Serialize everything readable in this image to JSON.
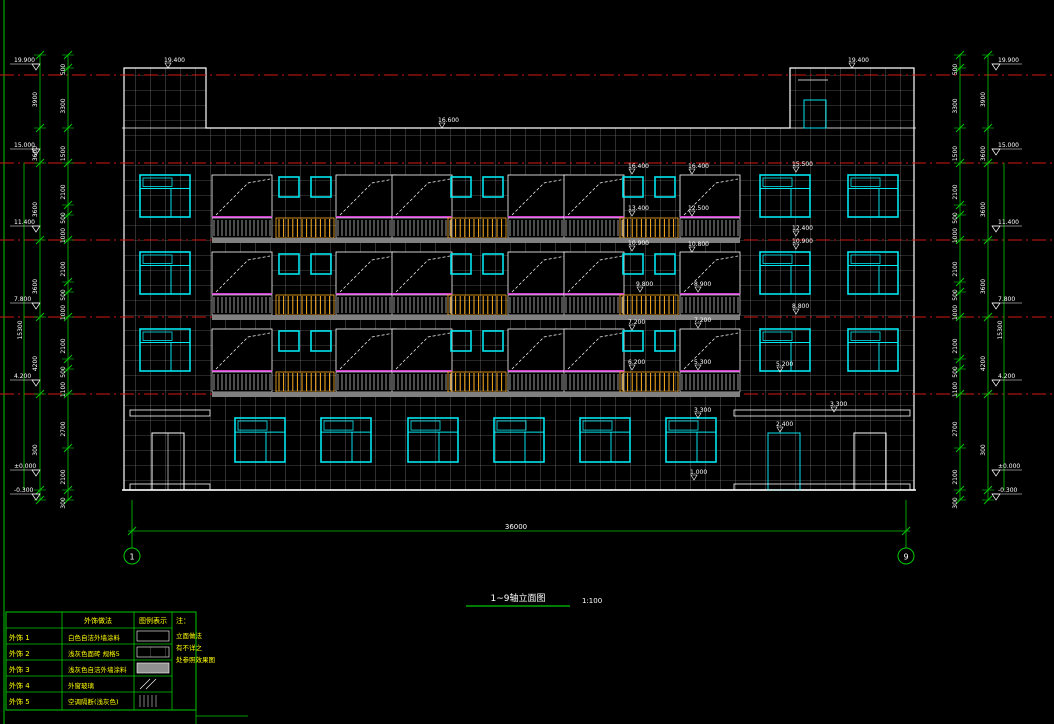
{
  "colors": {
    "background": "#000000",
    "outline": "#ffffff",
    "window": "#00e5ee",
    "balcony_rail": "#ffb020",
    "slab": "#d040d0",
    "floor_line": "#d01818",
    "dimension": "#00c800",
    "label_yellow": "#ffff00"
  },
  "drawing": {
    "title": "1~9轴立面图",
    "scale": "1:100",
    "total_width": "36000",
    "axis_left": "1",
    "axis_right": "9"
  },
  "levels": {
    "left": [
      "19.900",
      "15.000",
      "11.400",
      "7.800",
      "4.200",
      "±0.000",
      "-0.300"
    ],
    "right": [
      "19.900",
      "15.000",
      "11.400",
      "7.800",
      "4.200",
      "±0.000",
      "-0.300"
    ]
  },
  "dims": {
    "left_inner": [
      "500",
      "3300",
      "1500",
      "2100",
      "500",
      "1000",
      "2100",
      "500",
      "1000",
      "2100",
      "500",
      "1100",
      "2700",
      "2100",
      "300"
    ],
    "left_mid": [
      "3900",
      "3600",
      "3600",
      "3600",
      "4200",
      "300"
    ],
    "left_total": "15300",
    "right_inner": [
      "500",
      "3300",
      "1500",
      "2100",
      "500",
      "1000",
      "2100",
      "500",
      "1000",
      "2100",
      "500",
      "1100",
      "2700",
      "2100",
      "300"
    ],
    "right_mid": [
      "3900",
      "3600",
      "3600",
      "3600",
      "4200",
      "300"
    ],
    "right_total": "15300"
  },
  "elevation_marks": {
    "roof_left": "19.400",
    "roof_right": "19.400",
    "parapet": "16.600",
    "m1": "16.400",
    "m2": "16.400",
    "m3": "15.500",
    "m4": "13.400",
    "m5": "12.500",
    "m6": "12.400",
    "m7": "10.900",
    "m8": "10.800",
    "m9": "10.900",
    "m10": "9.800",
    "m11": "8.900",
    "m12": "8.800",
    "m13": "7.200",
    "m14": "7.200",
    "m15": "6.200",
    "m16": "5.300",
    "m17": "5.200",
    "m18": "3.300",
    "m19": "3.300",
    "m20": "2.400",
    "m21": "1.000"
  },
  "legend": {
    "header": [
      "",
      "外饰做法",
      "图例表示"
    ],
    "rows": [
      {
        "code": "外饰 1",
        "desc": "白色自洁外墙涂料"
      },
      {
        "code": "外饰 2",
        "desc": "浅灰色面砖 规格5"
      },
      {
        "code": "外饰 3",
        "desc": "浅灰色自洁外墙涂料"
      },
      {
        "code": "外饰 4",
        "desc": "外窗玻璃"
      },
      {
        "code": "外饰 5",
        "desc": "空调隔断(浅灰色)"
      }
    ],
    "note_label": "注：",
    "note_text": "立面做法有不详之处参照效果图"
  }
}
